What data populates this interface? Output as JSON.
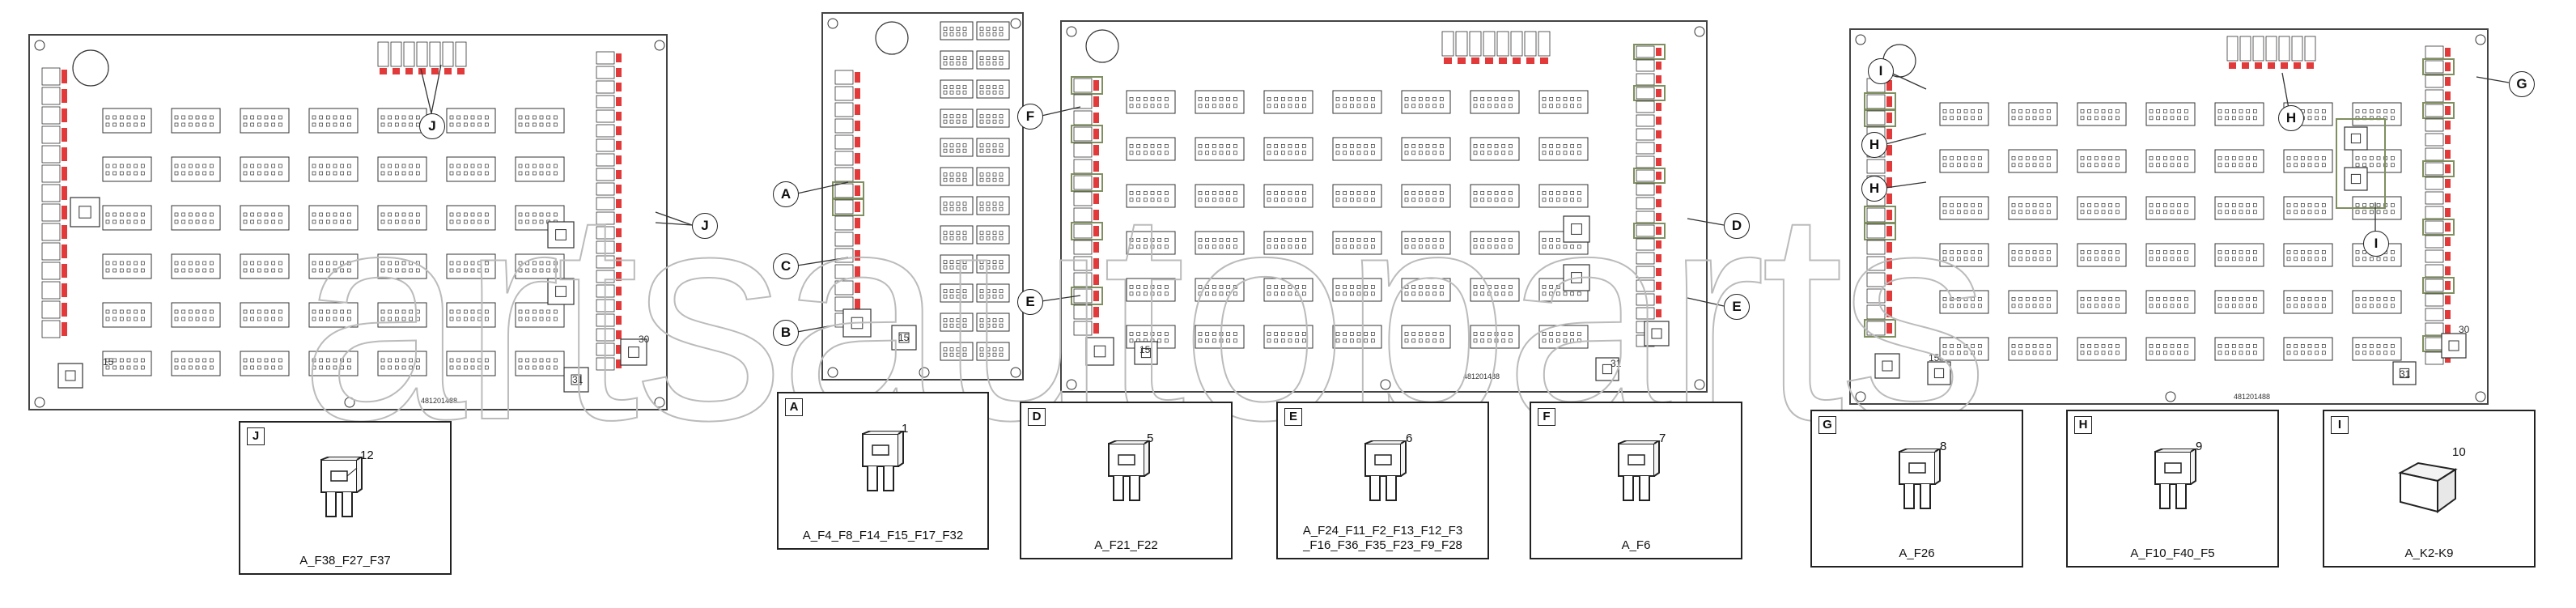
{
  "boards": [
    {
      "id": "board-1",
      "part_number": "481201488",
      "brand": "case-brand-logo"
    },
    {
      "id": "board-2",
      "part_number": "",
      "brand": ""
    },
    {
      "id": "board-3",
      "part_number": "481201488",
      "brand": "case-brand-logo"
    },
    {
      "id": "board-4",
      "part_number": "481201488",
      "brand": "case-brand-logo"
    }
  ],
  "callouts": [
    "J",
    "J",
    "A",
    "C",
    "B",
    "F",
    "E",
    "D",
    "E",
    "I",
    "H",
    "H",
    "H",
    "G",
    "I"
  ],
  "board_labels": {
    "relay_15": "15",
    "relay_31": "31",
    "relay_30": "30"
  },
  "legend": [
    {
      "letter": "J",
      "number": "12",
      "label": "A_F38_F27_F37",
      "icon": "blade-fuse-icon"
    },
    {
      "letter": "A",
      "number": "1",
      "label": "A_F4_F8_F14_F15_F17_F32",
      "icon": "blade-fuse-icon"
    },
    {
      "letter": "D",
      "number": "5",
      "label": "A_F21_F22",
      "icon": "blade-fuse-icon"
    },
    {
      "letter": "E",
      "number": "6",
      "label": "A_F24_F11_F2_F13_F12_F3\n_F16_F36_F35_F23_F9_F28",
      "icon": "blade-fuse-icon"
    },
    {
      "letter": "F",
      "number": "7",
      "label": "A_F6",
      "icon": "blade-fuse-icon"
    },
    {
      "letter": "G",
      "number": "8",
      "label": "A_F26",
      "icon": "blade-fuse-icon"
    },
    {
      "letter": "H",
      "number": "9",
      "label": "A_F10_F40_F5",
      "icon": "blade-fuse-icon"
    },
    {
      "letter": "I",
      "number": "10",
      "label": "A_K2-K9",
      "icon": "relay-cube-icon"
    }
  ],
  "watermark": "artsautoparts",
  "colors": {
    "fuse_red": "#e23a3a",
    "highlight_green": "#7f8f5f",
    "line": "#333333",
    "watermark": "#bbbbbb"
  }
}
